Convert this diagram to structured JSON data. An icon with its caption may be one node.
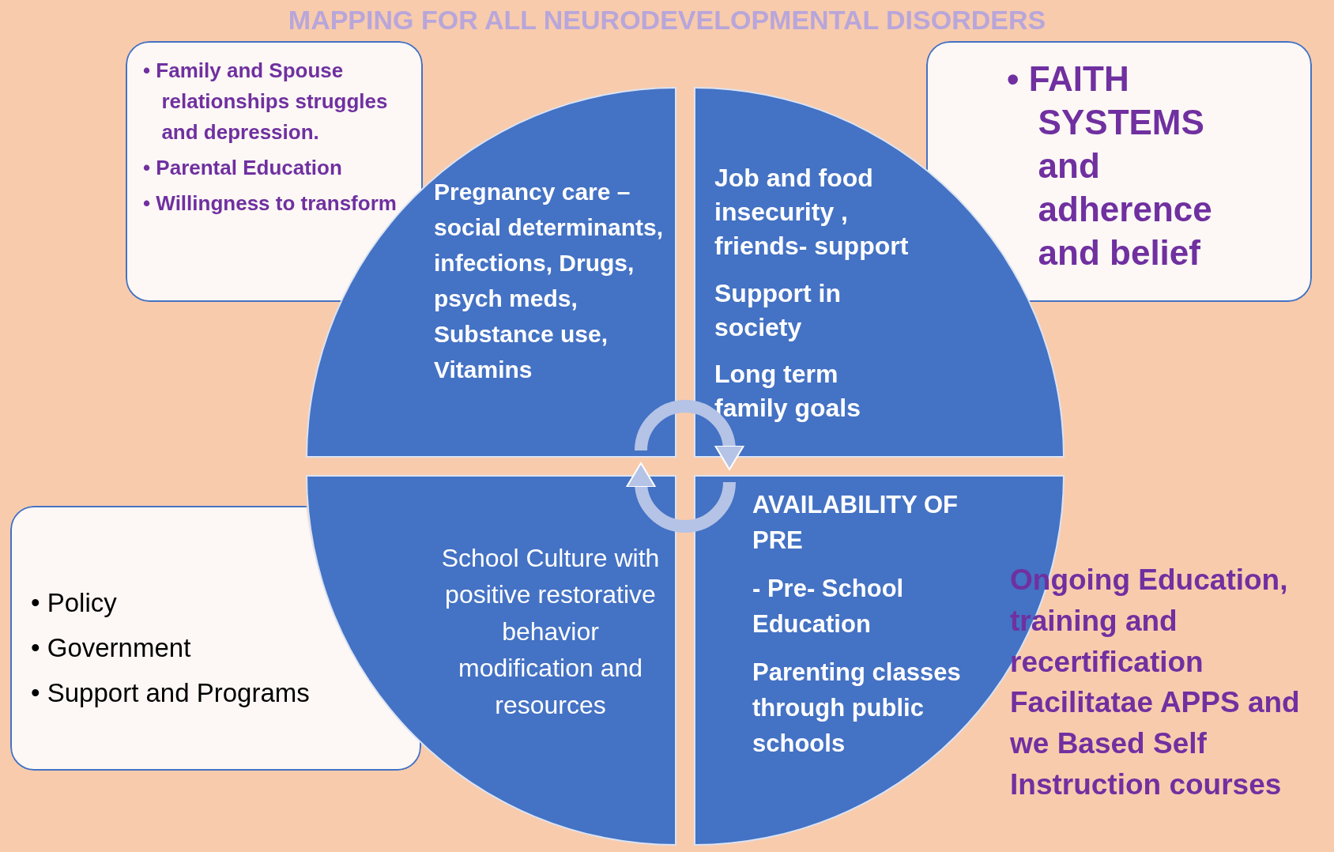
{
  "diagram": {
    "title": "MAPPING FOR ALL NEURODEVELOPMENTAL DISORDERS",
    "nodes": [
      {
        "text": [
          "• Family and Spouse relationships struggles and depression.",
          "• Parental Education",
          "• Willingness to transform"
        ]
      },
      {
        "text": [
          "• FAITH SYSTEMS and adherence and belief"
        ]
      },
      {
        "text": [
          "• Policy",
          "• Government",
          "• Support and Programs"
        ]
      },
      {
        "text": [
          "Pregnancy care – social determinants, infections, Drugs, psych meds, Substance use, Vitamins"
        ]
      },
      {
        "text": [
          "Job and food insecurity , friends- support",
          "Support in society",
          "Long term family goals"
        ]
      },
      {
        "text": [
          "School Culture with positive restorative behavior modification and resources"
        ]
      },
      {
        "text": [
          "AVAILABILITY OF PRE",
          "- Pre- School Education",
          "Parenting classes through public schools"
        ]
      }
    ],
    "edges": [
      {
        "from": 3,
        "to": 4,
        "arrow": "to"
      },
      {
        "from": 6,
        "to": 5,
        "arrow": "to"
      }
    ],
    "labels": [
      "Ongoing Education, training and recertification Facilitatae APPS and we Based Self Instruction courses"
    ]
  }
}
